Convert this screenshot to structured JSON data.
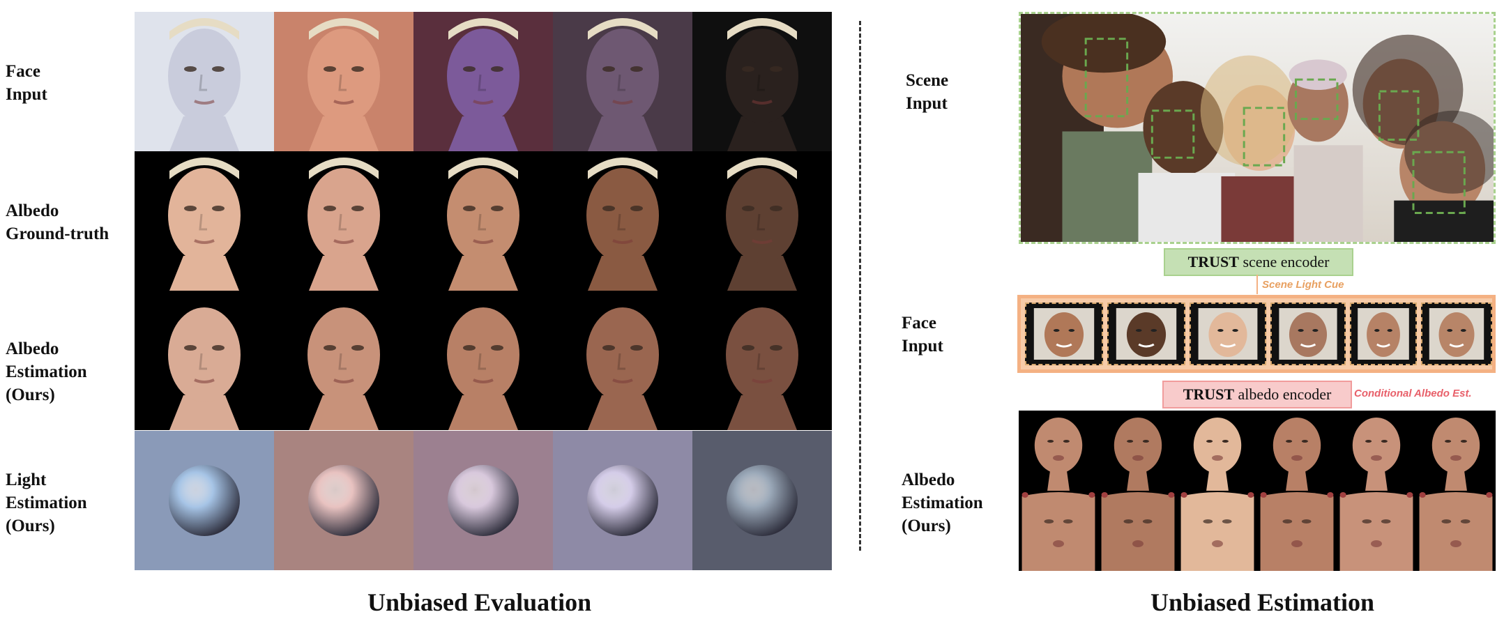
{
  "left_panel": {
    "row_labels": [
      "Face\nInput",
      "Albedo\nGround-truth",
      "Albedo\nEstimation\n(Ours)",
      "Light\nEstimation\n(Ours)"
    ],
    "caption": "Unbiased Evaluation",
    "face_input_colors": [
      "#c9ccdc",
      "#dd9a7f",
      "#7c5a9a",
      "#6e5872",
      "#2a211e"
    ],
    "face_input_bg": [
      "#dfe3ec",
      "#c9836b",
      "#5a2f3d",
      "#4a3a48",
      "#0f0f0f"
    ],
    "gt_skin": [
      "#e2b49a",
      "#d9a48d",
      "#c48d70",
      "#8a5a42",
      "#5e4032"
    ],
    "est_skin": [
      "#d9ab95",
      "#c8927a",
      "#b88066",
      "#9a6650",
      "#7a5040"
    ],
    "light_bg": [
      "#8a9ab8",
      "#a98480",
      "#9c8090",
      "#8e8aa6",
      "#585c6c"
    ],
    "light_sphere": [
      "#a6c4e6",
      "#e8c2c0",
      "#d8c8dc",
      "#d4cce8",
      "#9aa8b8"
    ]
  },
  "right_panel": {
    "scene_label": "Scene\nInput",
    "face_label": "Face\nInput",
    "albedo_label": "Albedo\nEstimation\n(Ours)",
    "scene_encoder": {
      "bold": "TRUST",
      "text": " scene encoder"
    },
    "albedo_encoder": {
      "bold": "TRUST",
      "text": " albedo encoder"
    },
    "scene_light_cue": "Scene Light Cue",
    "conditional_albedo": "Conditional Albedo Est.",
    "caption": "Unbiased Estimation",
    "colors": {
      "scene_green": "#c5e0b4",
      "scene_green_border": "#a9d18e",
      "albedo_pink": "#f8cbcb",
      "albedo_pink_border": "#f19c9c",
      "orange": "#f4b183",
      "cue_orange": "#e8a060",
      "cond_red": "#e8606a"
    }
  }
}
